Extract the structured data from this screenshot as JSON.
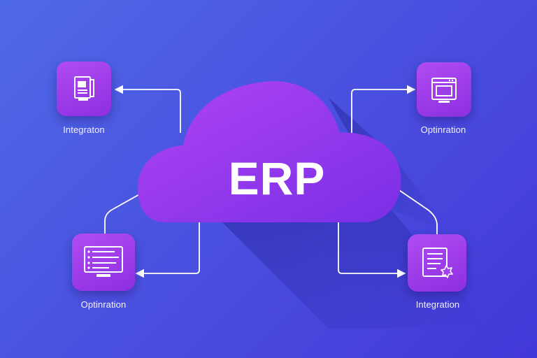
{
  "cloud": {
    "label": "ERP"
  },
  "nodes": {
    "top_left": {
      "label": "Integraton",
      "icon": "document-icon"
    },
    "top_right": {
      "label": "Optinration",
      "icon": "browser-window-icon"
    },
    "bottom_left": {
      "label": "Optinration",
      "icon": "list-monitor-icon"
    },
    "bottom_right": {
      "label": "Integration",
      "icon": "checklist-badge-icon"
    }
  },
  "colors": {
    "background": "#4a52e0",
    "cloud": "#8b38ec",
    "node": "#a23ff0",
    "connector": "#ffffff"
  }
}
